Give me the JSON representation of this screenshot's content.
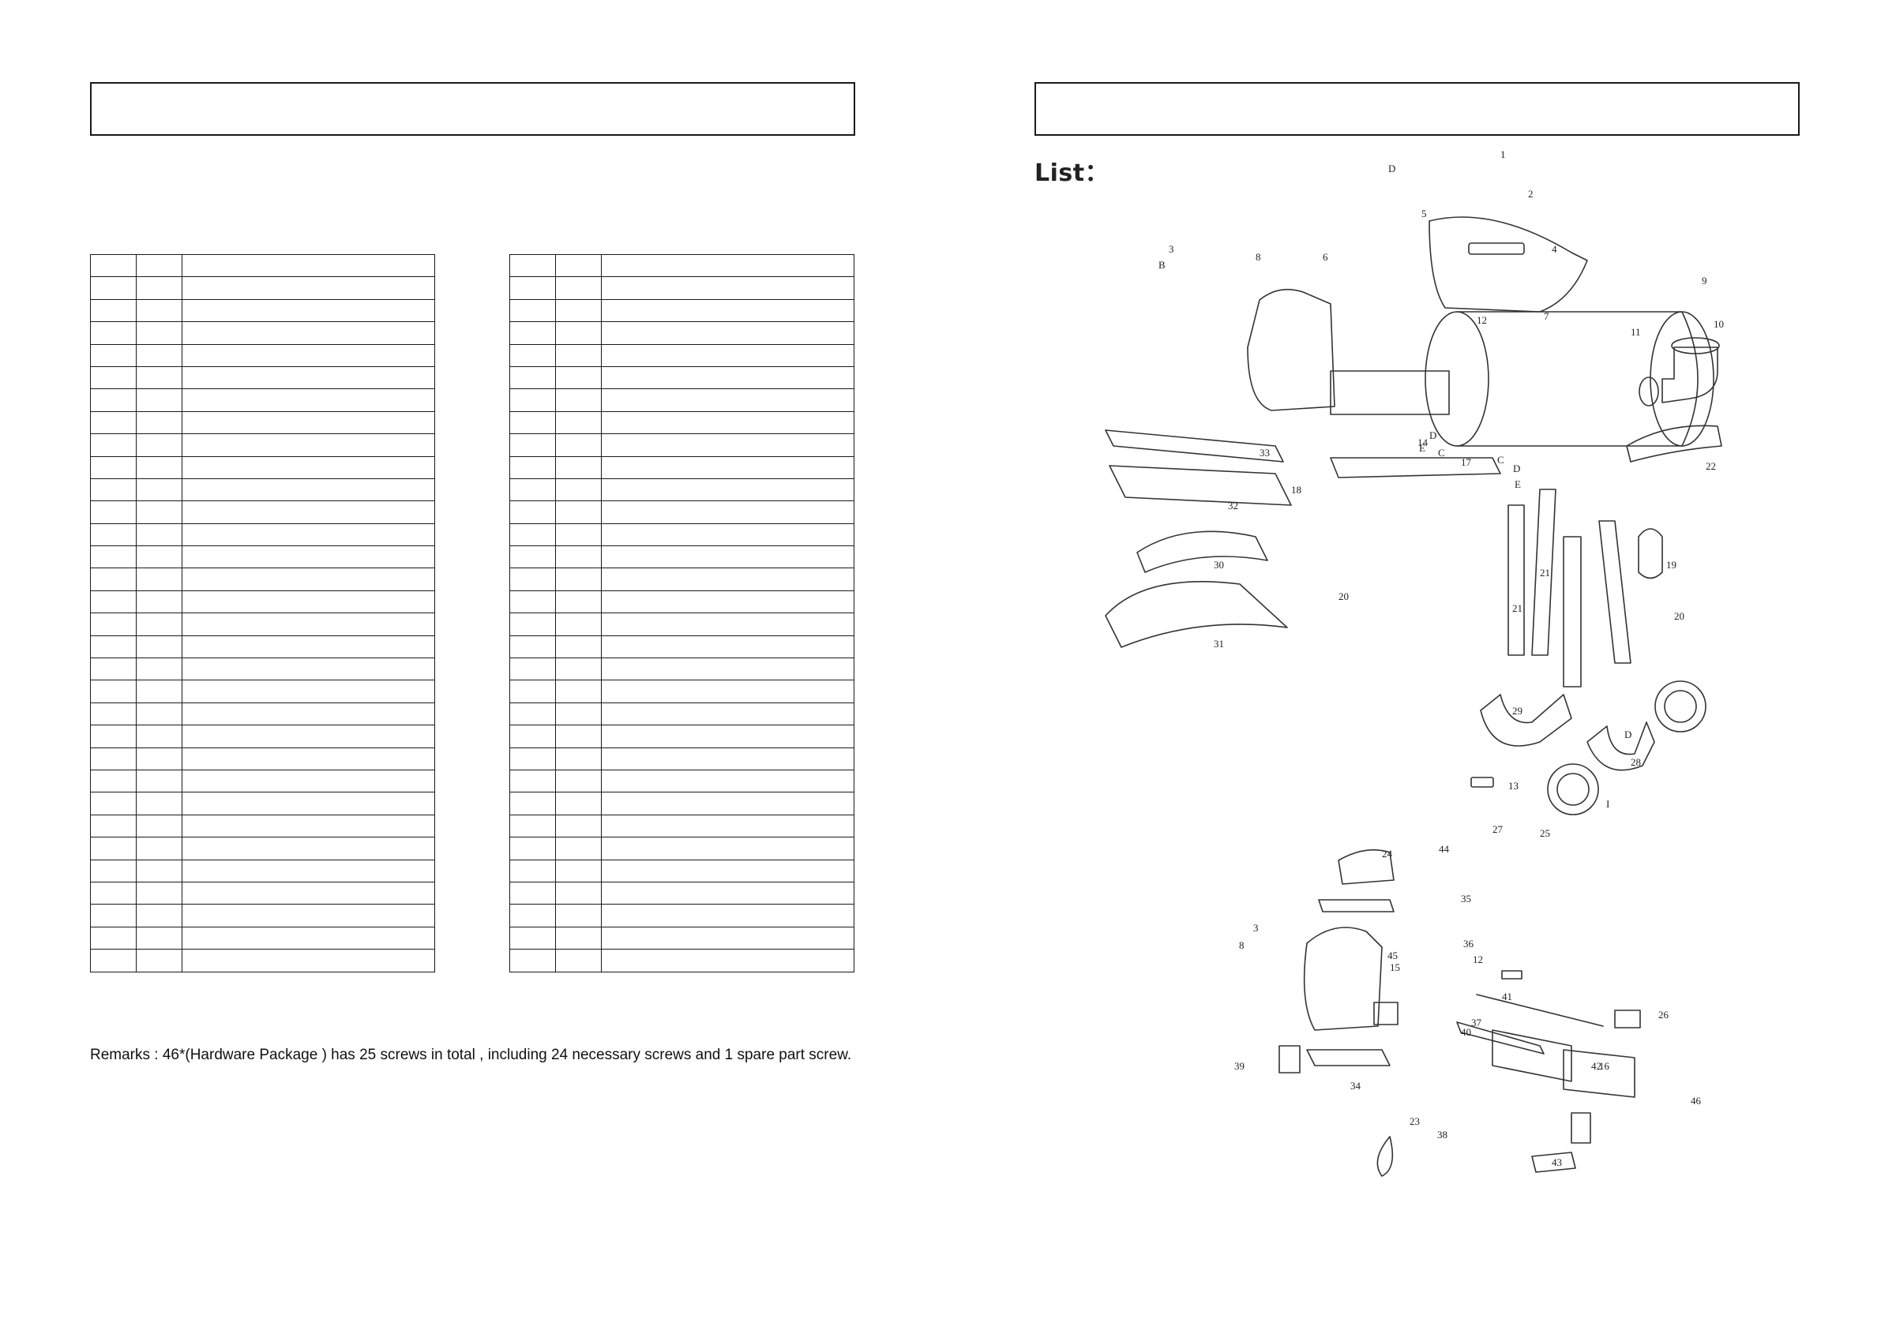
{
  "remarks": "Remarks : 46*(Hardware Package ) has 25 screws in total , including 24 necessary screws and 1 spare part screw.",
  "list_heading": "List：",
  "tables": {
    "rows_per_table": 32
  },
  "diagram": {
    "callouts": [
      "1",
      "2",
      "3",
      "4",
      "5",
      "6",
      "7",
      "8",
      "9",
      "10",
      "11",
      "12",
      "13",
      "14",
      "15",
      "16",
      "17",
      "18",
      "19",
      "20",
      "20",
      "21",
      "21",
      "22",
      "23",
      "24",
      "25",
      "26",
      "27",
      "28",
      "29",
      "30",
      "31",
      "32",
      "33",
      "34",
      "35",
      "36",
      "37",
      "38",
      "39",
      "40",
      "41",
      "42",
      "43",
      "44",
      "45",
      "46",
      "3",
      "8",
      "12",
      "B",
      "C",
      "C",
      "D",
      "D",
      "D",
      "D",
      "E",
      "E",
      "I"
    ]
  }
}
